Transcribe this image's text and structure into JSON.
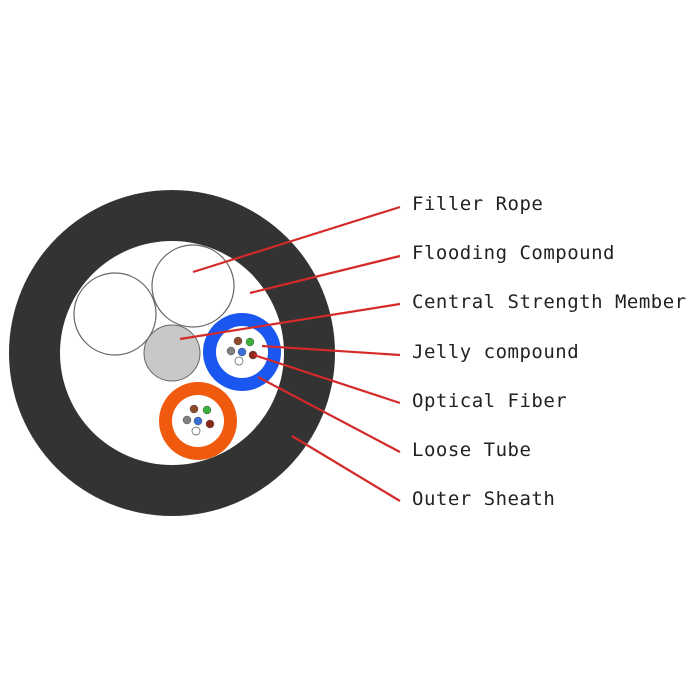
{
  "labels": {
    "filler_rope": "Filler Rope",
    "flooding_compound": "Flooding Compound",
    "central_strength_member": "Central Strength Member",
    "jelly_compound": "Jelly compound",
    "optical_fiber": "Optical Fiber",
    "loose_tube": "Loose Tube",
    "outer_sheath": "Outer Sheath"
  },
  "colors": {
    "outer_sheath": "#333333",
    "loose_tube_blue": "#1a56f0",
    "loose_tube_orange": "#f05a0f",
    "central_strength_member": "#c8c8c8",
    "leader_line": "#d42a2a",
    "fiber_colors": [
      "#8b4a2b",
      "#e0742a",
      "#3cb03c",
      "#808080",
      "#3a6ed8",
      "#ffffff",
      "#8b2a1a"
    ]
  }
}
